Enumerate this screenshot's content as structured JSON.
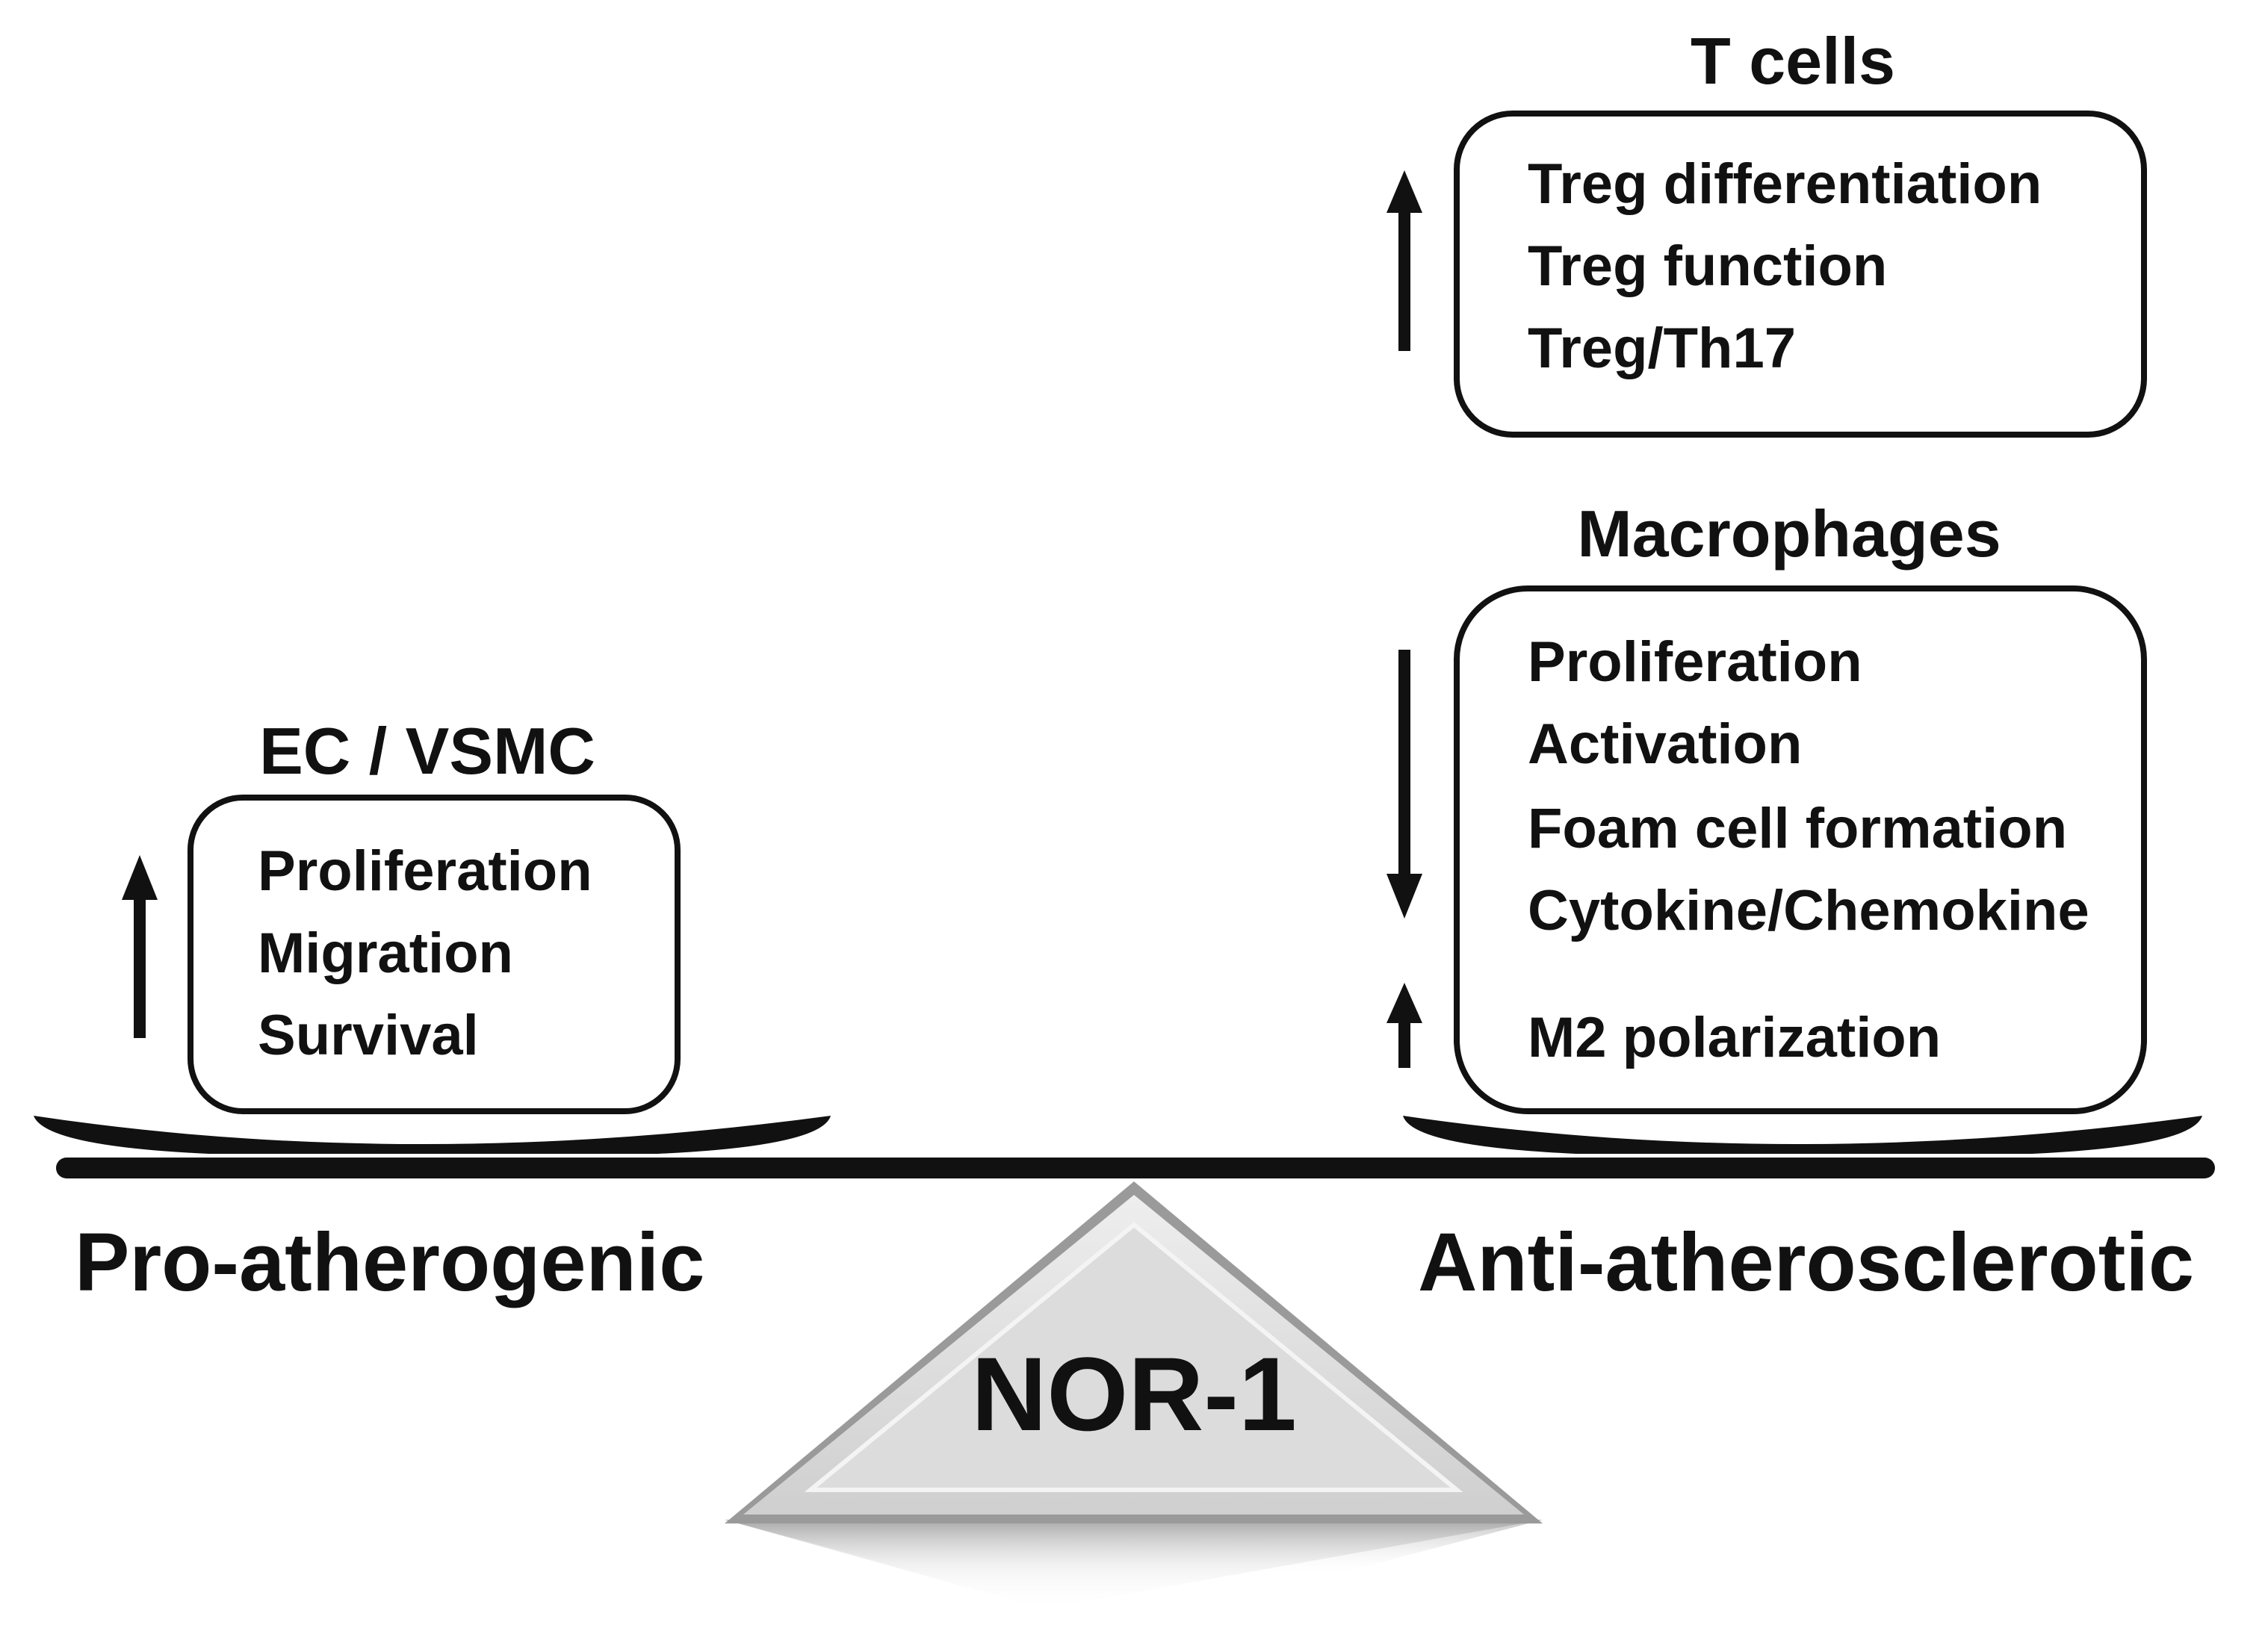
{
  "groups": {
    "ec_vsmc": {
      "title": "EC / VSMC",
      "items": [
        "Proliferation",
        "Migration",
        "Survival"
      ],
      "arrow": "up-arrow"
    },
    "t_cells": {
      "title": "T cells",
      "items": [
        "Treg differentiation",
        "Treg function",
        "Treg/Th17"
      ],
      "arrow": "up-arrow"
    },
    "macrophages": {
      "title": "Macrophages",
      "items_down": [
        "Proliferation",
        "Activation",
        "Foam cell formation",
        "Cytokine/Chemokine"
      ],
      "items_up": [
        "M2 polarization"
      ],
      "arrows": [
        "down-arrow",
        "up-arrow"
      ]
    }
  },
  "balance": {
    "left_label": "Pro-atherogenic",
    "right_label": "Anti-atherosclerotic",
    "fulcrum_label": "NOR-1"
  },
  "colors": {
    "ink": "#111111",
    "fulcrum_fill": "#d6d6d6",
    "fulcrum_highlight": "#f2f2f2",
    "fulcrum_shadow": "#9a9a9a"
  }
}
